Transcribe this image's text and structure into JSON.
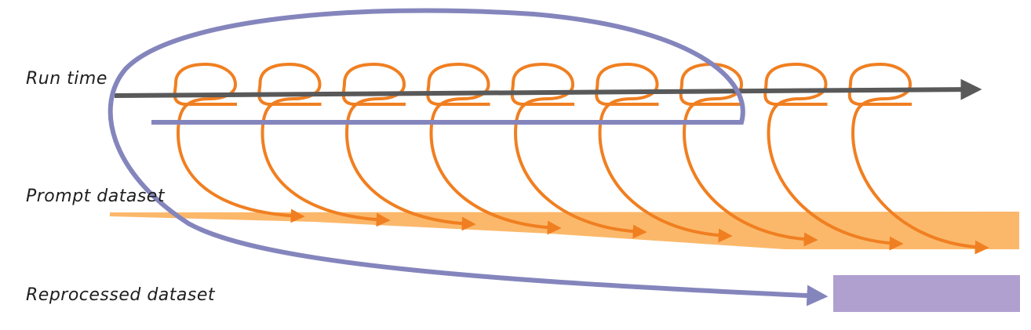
{
  "labels": {
    "run_time": "Run time",
    "prompt_dataset": "Prompt dataset",
    "reprocessed_dataset": "Reprocessed dataset"
  },
  "colors": {
    "run_axis": "#595959",
    "prompt_loop": "#f07f21",
    "prompt_band": "#fbb86a",
    "reprocess": "#8585bd",
    "reprocessed_block": "#b0a0d0"
  },
  "diagram": {
    "prompt_loops": 9
  }
}
